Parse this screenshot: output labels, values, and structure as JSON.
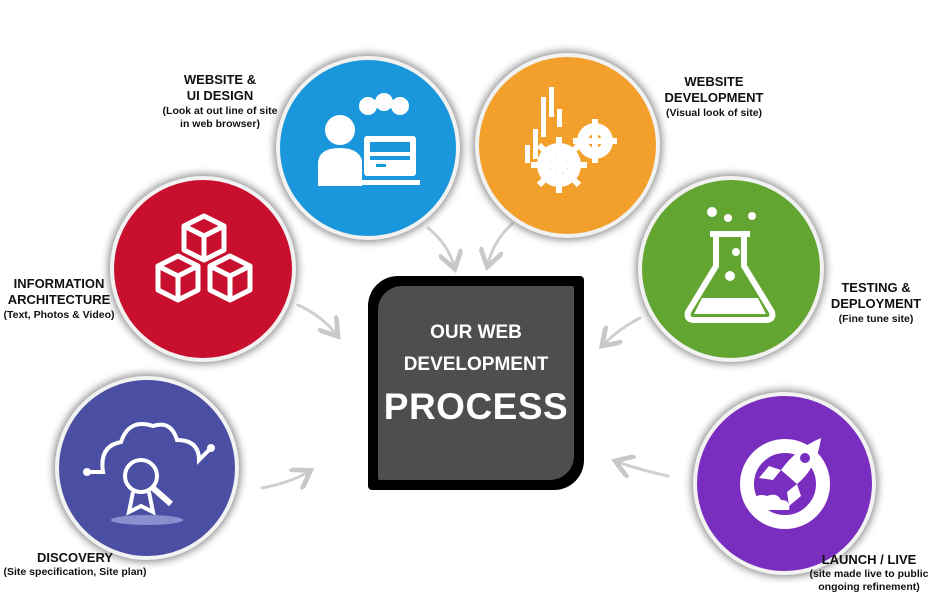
{
  "center": {
    "line1": "OUR WEB",
    "line2": "DEVELOPMENT",
    "line3": "PROCESS"
  },
  "steps": [
    {
      "title1": "WEBSITE &",
      "title2": "UI DESIGN",
      "sub1": "(Look at out line of site",
      "sub2": "in web browser)",
      "color": "#1a96dc"
    },
    {
      "title1": "WEBSITE",
      "title2": "DEVELOPMENT",
      "sub1": "(Visual  look of site)",
      "color": "#f2a02b"
    },
    {
      "title1": "INFORMATION",
      "title2": "ARCHITECTURE",
      "sub1": "(Text, Photos & Video)",
      "color": "#c8102e"
    },
    {
      "title1": "TESTING &",
      "title2": "DEPLOYMENT",
      "sub1": "(Fine tune site)",
      "color": "#63a531"
    },
    {
      "title1": "DISCOVERY",
      "sub1": "(Site specification, Site plan)",
      "color": "#4a4fa3"
    },
    {
      "title1": "LAUNCH / LIVE",
      "sub1": "(site made live to public",
      "sub2": "ongoing refinement)",
      "color": "#7a2ec0"
    }
  ]
}
